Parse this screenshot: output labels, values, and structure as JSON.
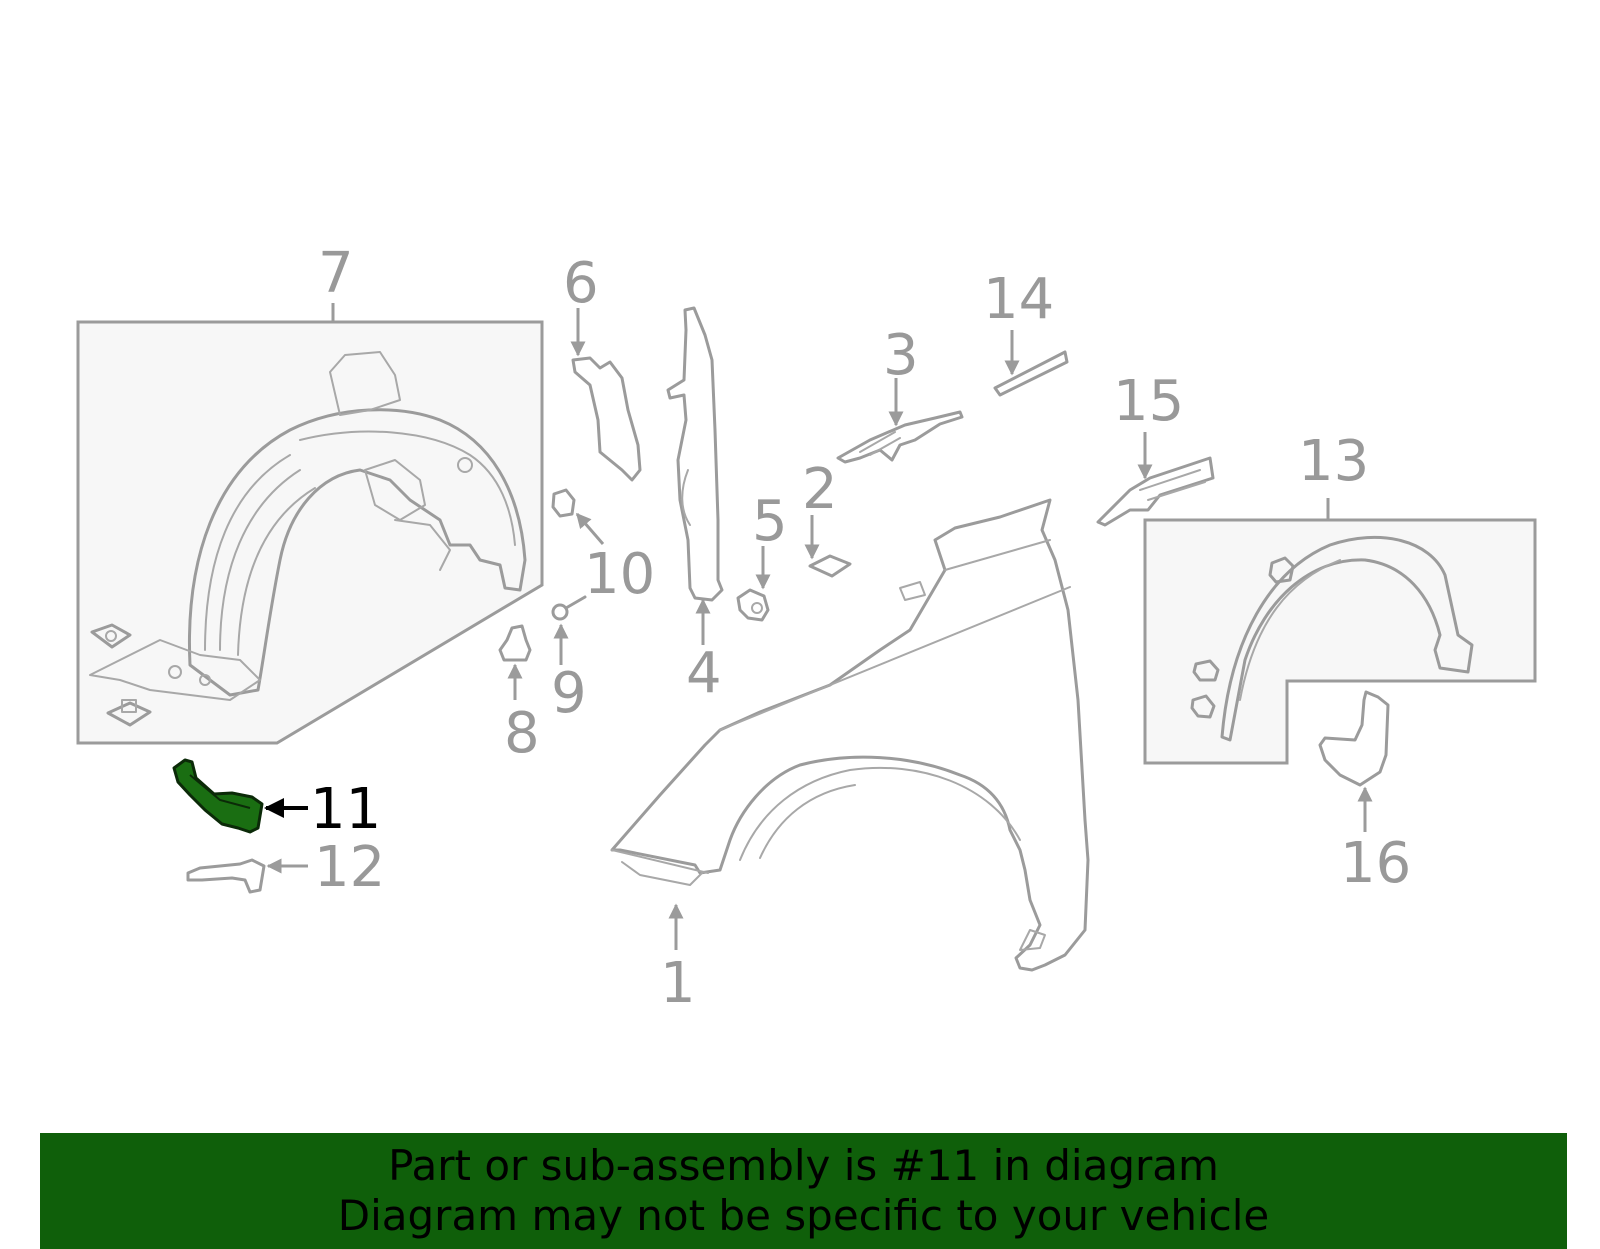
{
  "callouts": {
    "c1": "1",
    "c2": "2",
    "c3": "3",
    "c4": "4",
    "c5": "5",
    "c6": "6",
    "c7": "7",
    "c8": "8",
    "c9": "9",
    "c10": "10",
    "c11": "11",
    "c12": "12",
    "c13": "13",
    "c14": "14",
    "c15": "15",
    "c16": "16"
  },
  "highlight": {
    "part_number": "11",
    "color": "#1a6e12"
  },
  "banner": {
    "line1": "Part or sub-assembly is #11 in diagram",
    "line2": "Diagram may not be specific to your vehicle",
    "background": "#0f5f0a"
  }
}
